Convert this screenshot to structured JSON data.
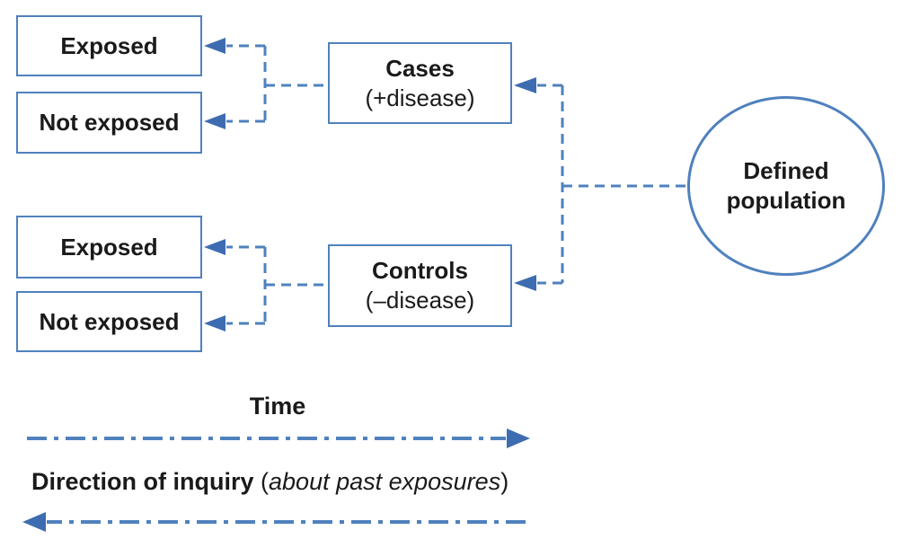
{
  "boxes": {
    "exposed_top": "Exposed",
    "not_exposed_top": "Not exposed",
    "cases_title": "Cases",
    "cases_subtitle": "(+disease)",
    "exposed_bottom": "Exposed",
    "not_exposed_bottom": "Not exposed",
    "controls_title": "Controls",
    "controls_subtitle": "(–disease)",
    "population": "Defined population"
  },
  "timeline": {
    "time_label": "Time",
    "inquiry_bold": "Direction of inquiry",
    "inquiry_paren_open": " (",
    "inquiry_italic": "about past exposures",
    "inquiry_paren_close": ")"
  },
  "colors": {
    "line_blue": "#4f81bd",
    "arrowhead_blue": "#3e6cb0",
    "text_black": "#1a1a1a"
  }
}
